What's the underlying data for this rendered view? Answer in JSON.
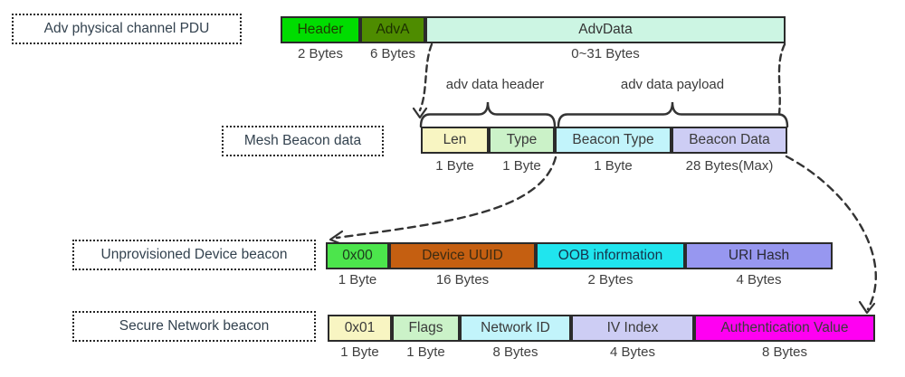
{
  "diagram": {
    "colors": {
      "connector": "#333333",
      "box_border": "#2b2b2b",
      "label_text": "#33424f",
      "caption_text": "#3f3f3f"
    },
    "rows": [
      {
        "label": "Adv physical channel PDU",
        "segments": [
          {
            "label": "Header",
            "bytes": "2 Bytes",
            "bg": "#00dd00",
            "fg": "#1e3b00"
          },
          {
            "label": "AdvA",
            "bytes": "6 Bytes",
            "bg": "#4e8c00",
            "fg": "#1c3000"
          },
          {
            "label": "AdvData",
            "bytes": "0~31 Bytes",
            "bg": "#ccf5e3",
            "fg": "#333333"
          }
        ]
      },
      {
        "label": "Mesh Beacon data",
        "annotations": {
          "header_brace_label": "adv data header",
          "payload_brace_label": "adv data payload"
        },
        "segments": [
          {
            "label": "Len",
            "bytes": "1 Byte",
            "bg": "#f8f5c2",
            "fg": "#3a3a3a"
          },
          {
            "label": "Type",
            "bytes": "1 Byte",
            "bg": "#cbf2c8",
            "fg": "#3a3a3a"
          },
          {
            "label": "Beacon Type",
            "bytes": "1 Byte",
            "bg": "#c2f4fb",
            "fg": "#3a3a3a"
          },
          {
            "label": "Beacon Data",
            "bytes": "28 Bytes(Max)",
            "bg": "#cdcdf4",
            "fg": "#3a3a3a"
          }
        ]
      },
      {
        "label": "Unprovisioned Device beacon",
        "segments": [
          {
            "label": "0x00",
            "bytes": "1 Byte",
            "bg": "#4ce54c",
            "fg": "#1c3a1c"
          },
          {
            "label": "Device UUID",
            "bytes": "16 Bytes",
            "bg": "#c55f11",
            "fg": "#3d2c12"
          },
          {
            "label": "OOB information",
            "bytes": "2 Bytes",
            "bg": "#20e5ee",
            "fg": "#17324a"
          },
          {
            "label": "URI Hash",
            "bytes": "4 Bytes",
            "bg": "#9797f0",
            "fg": "#2a2a34"
          }
        ]
      },
      {
        "label": "Secure Network beacon",
        "segments": [
          {
            "label": "0x01",
            "bytes": "1 Byte",
            "bg": "#f8f5c2",
            "fg": "#3a3a3a"
          },
          {
            "label": "Flags",
            "bytes": "1 Byte",
            "bg": "#cbf2c8",
            "fg": "#3a3a3a"
          },
          {
            "label": "Network ID",
            "bytes": "8 Bytes",
            "bg": "#c2f4fb",
            "fg": "#3a3a3a"
          },
          {
            "label": "IV Index",
            "bytes": "4 Bytes",
            "bg": "#cdcdf4",
            "fg": "#3a3a3a"
          },
          {
            "label": "Authentication Value",
            "bytes": "8 Bytes",
            "bg": "#ff00f2",
            "fg": "#3a3a3a"
          }
        ]
      }
    ]
  }
}
